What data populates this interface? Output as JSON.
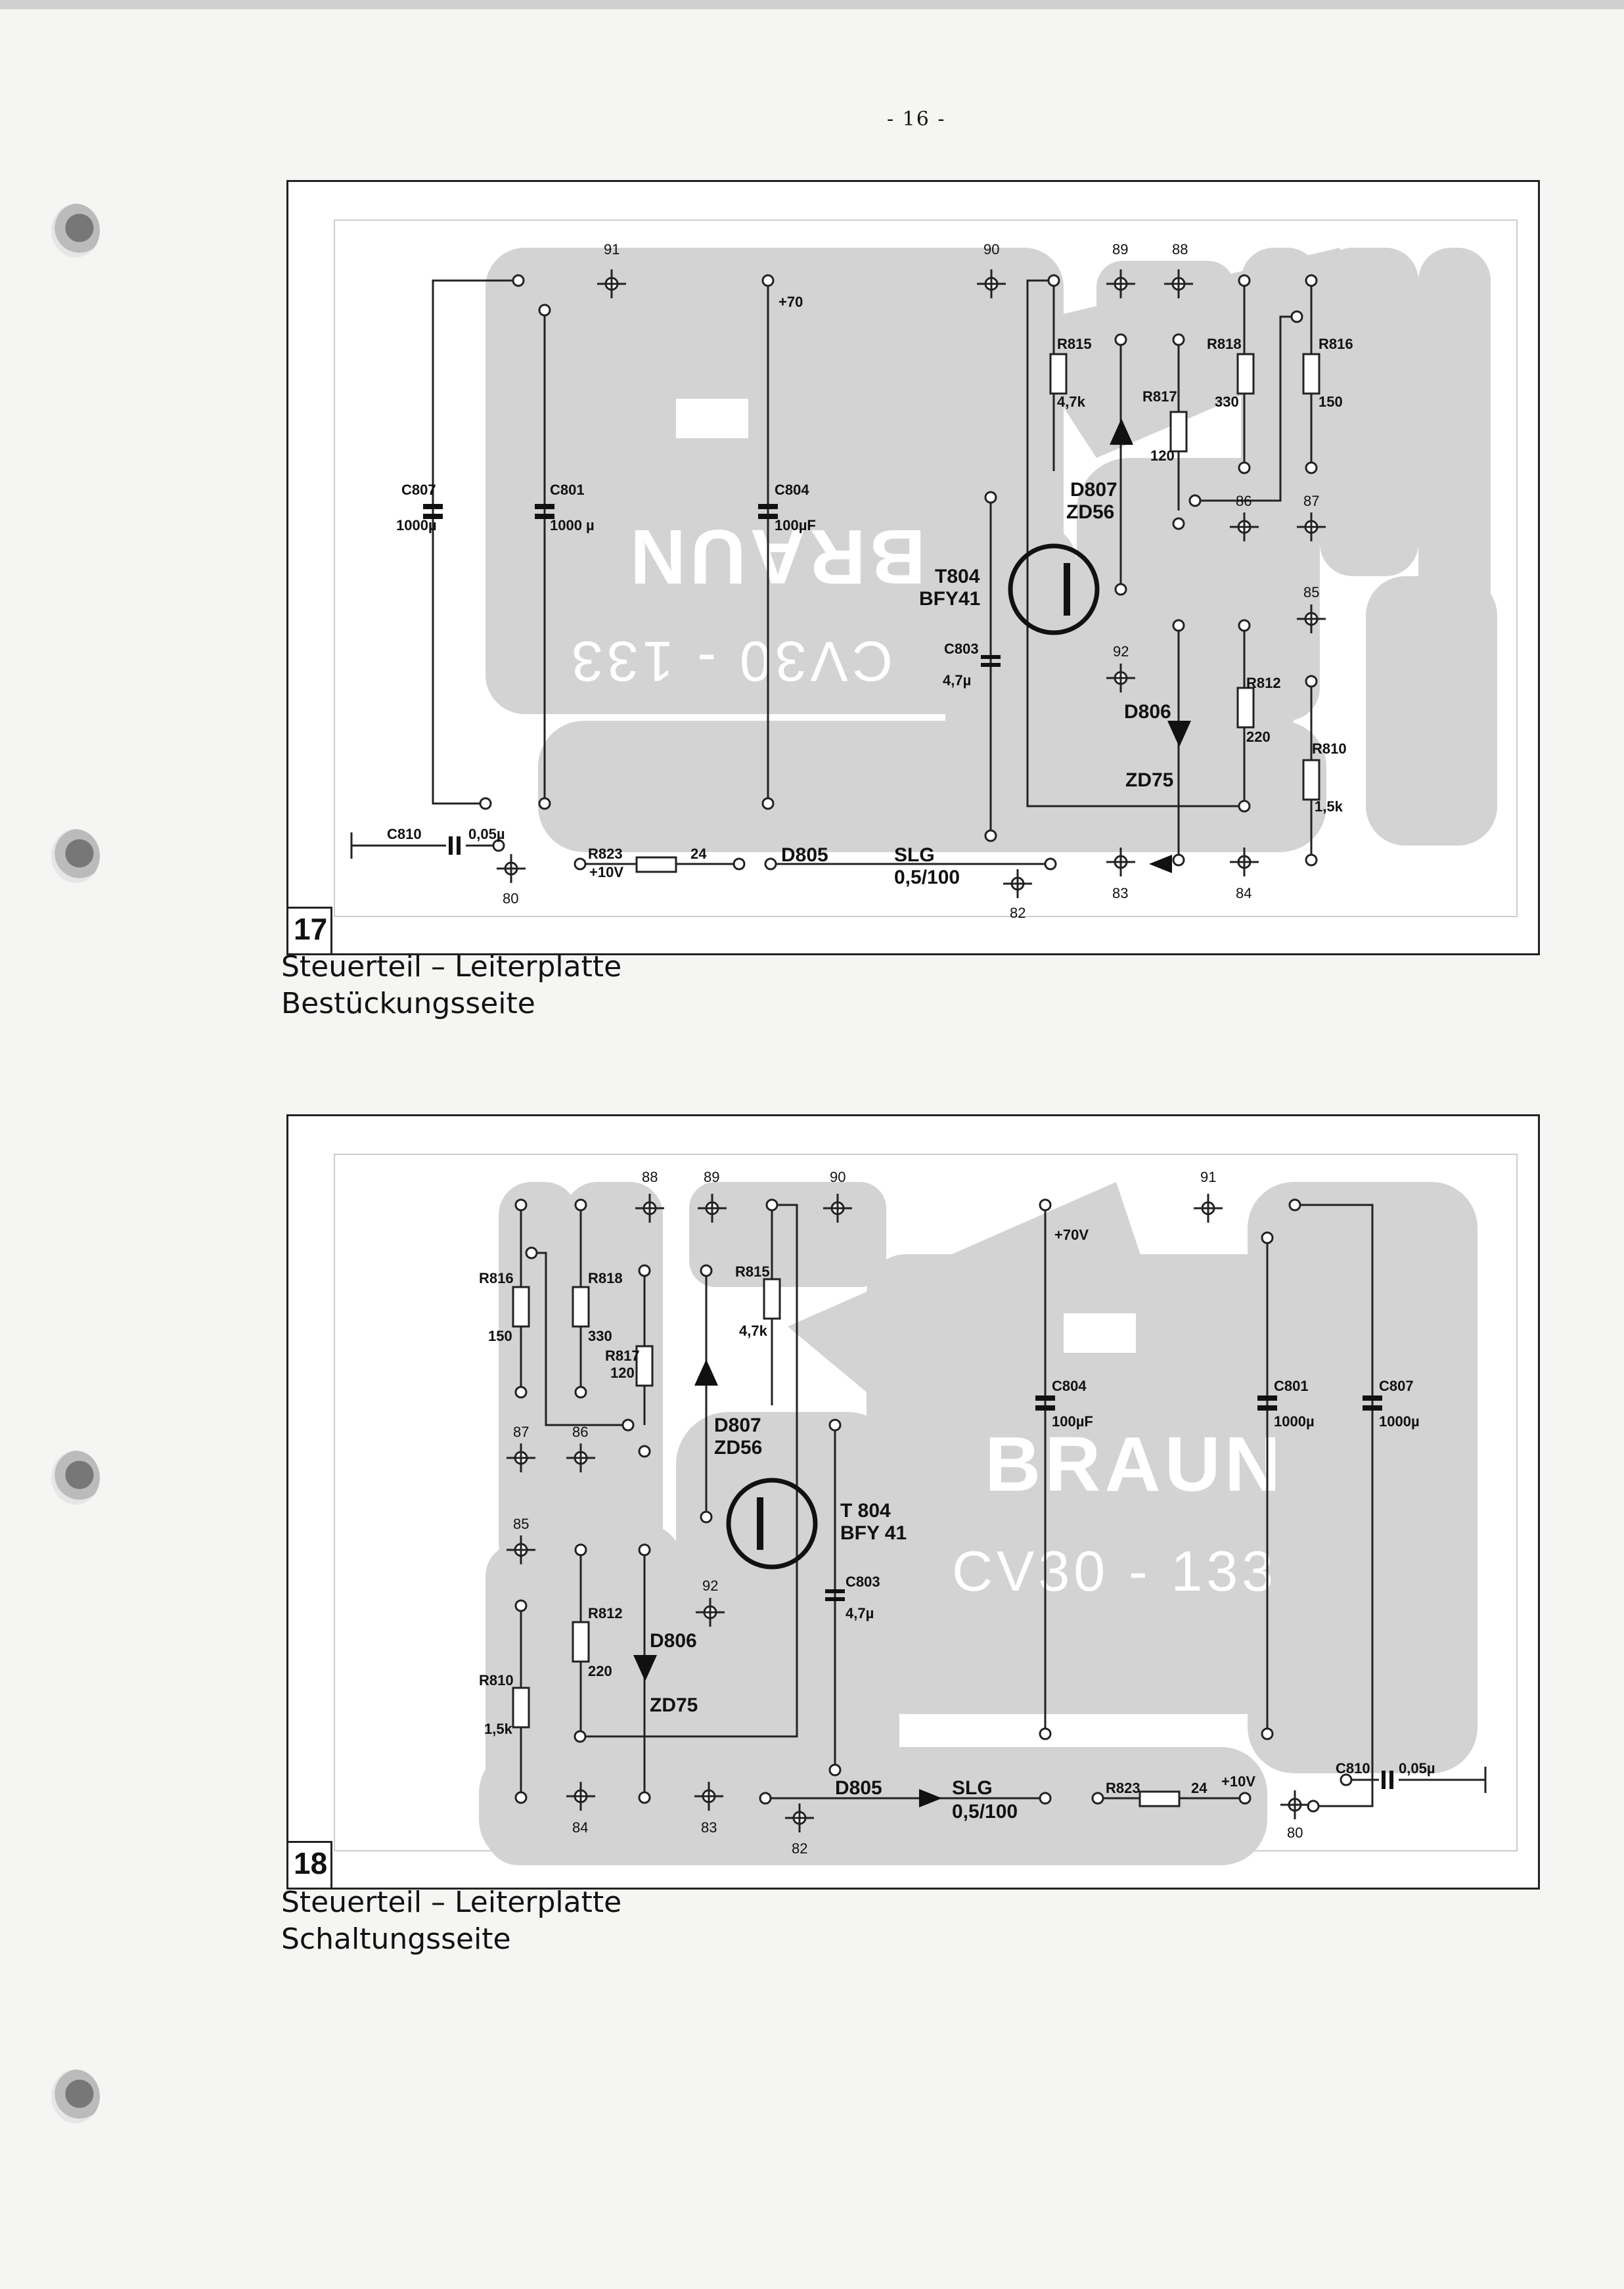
{
  "page": {
    "number": "- 16 -"
  },
  "figure17": {
    "number": "17",
    "caption_line1": "Steuerteil – Leiterplatte",
    "caption_line2": "Bestückungsseite",
    "logo": "BRAUN",
    "model": "CV30 - 133",
    "labels": {
      "c807": "C807",
      "c807_val": "1000µ",
      "c801": "C801",
      "c801_val": "1000 µ",
      "c804": "C804",
      "c804_val": "100µF",
      "plus70": "+70",
      "r815": "R815",
      "r815_val": "4,7k",
      "r817": "R817",
      "r817_val": "120",
      "r818": "R818",
      "r818_val": "330",
      "r816": "R816",
      "r816_val": "150",
      "d807": "D807",
      "zd56": "ZD56",
      "t804": "T804",
      "bfy41": "BFY41",
      "c803": "C803",
      "c803_val": "4,7µ",
      "d806": "D806",
      "zd75": "ZD75",
      "r812": "R812",
      "r812_val": "220",
      "r810": "R810",
      "r810_val": "1,5k",
      "c810": "C810",
      "c810_val": "0,05µ",
      "r823": "R823",
      "r823_val": "24",
      "plus10": "+10V",
      "d805": "D805",
      "slg": "SLG",
      "slg_val": "0,5/100"
    },
    "pins": {
      "p91": "91",
      "p90": "90",
      "p89": "89",
      "p88": "88",
      "p86": "86",
      "p87": "87",
      "p85": "85",
      "p92": "92",
      "p80": "80",
      "p82": "82",
      "p83": "83",
      "p84": "84"
    }
  },
  "figure18": {
    "number": "18",
    "caption_line1": "Steuerteil – Leiterplatte",
    "caption_line2": "Schaltungsseite",
    "logo": "BRAUN",
    "model": "CV30 - 133",
    "labels": {
      "r816": "R816",
      "r816_val": "150",
      "r818": "R818",
      "r818_val": "330",
      "r817": "R817",
      "r817_val": "120",
      "r815": "R815",
      "r815_val": "4,7k",
      "d807": "D807",
      "zd56": "ZD56",
      "t804": "T 804",
      "bfy41": "BFY 41",
      "c803": "C803",
      "c803_val": "4,7µ",
      "r812": "R812",
      "r812_val": "220",
      "d806": "D806",
      "zd75": "ZD75",
      "r810": "R810",
      "r810_val": "1,5k",
      "c804": "C804",
      "c804_val": "100µF",
      "plus70": "+70V",
      "c801": "C801",
      "c801_val": "1000µ",
      "c807": "C807",
      "c807_val": "1000µ",
      "c810": "C810",
      "c810_val": "0,05µ",
      "r823": "R823",
      "r823_val": "24",
      "plus10": "+10V",
      "d805": "D805",
      "slg": "SLG",
      "slg_val": "0,5/100"
    },
    "pins": {
      "p88": "88",
      "p89": "89",
      "p90": "90",
      "p91": "91",
      "p87": "87",
      "p86": "86",
      "p85": "85",
      "p92": "92",
      "p84": "84",
      "p83": "83",
      "p82": "82",
      "p80": "80"
    }
  }
}
